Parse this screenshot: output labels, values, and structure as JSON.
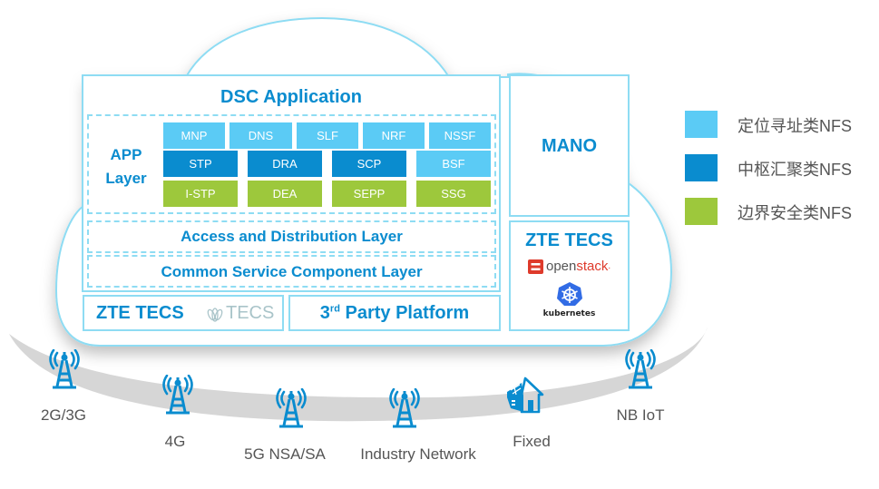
{
  "colors": {
    "addressing": "#5bcbf5",
    "hub": "#0a8ccf",
    "border": "#9dc83c",
    "outline": "#8edcf3",
    "title": "#0a8ccf",
    "label": "#555555"
  },
  "dsc": {
    "title": "DSC Application",
    "app_layer_label_line1": "APP",
    "app_layer_label_line2": "Layer",
    "rows": [
      [
        {
          "label": "MNP",
          "category": "addressing"
        },
        {
          "label": "DNS",
          "category": "addressing"
        },
        {
          "label": "SLF",
          "category": "addressing"
        },
        {
          "label": "NRF",
          "category": "addressing"
        },
        {
          "label": "NSSF",
          "category": "addressing"
        }
      ],
      [
        {
          "label": "STP",
          "category": "hub"
        },
        {
          "label": "DRA",
          "category": "hub"
        },
        {
          "label": "SCP",
          "category": "hub"
        },
        {
          "label": "BSF",
          "category": "addressing"
        }
      ],
      [
        {
          "label": "I-STP",
          "category": "border"
        },
        {
          "label": "DEA",
          "category": "border"
        },
        {
          "label": "SEPP",
          "category": "border"
        },
        {
          "label": "SSG",
          "category": "border"
        }
      ]
    ],
    "access_layer": "Access and Distribution Layer",
    "common_layer": "Common Service Component Layer"
  },
  "platform": {
    "zte_tecs": "ZTE TECS",
    "tecs_logo": "TECS",
    "third_party_sup": "rd",
    "third_party_num": "3",
    "third_party_rest": " Party Platform"
  },
  "mano": {
    "title": "MANO"
  },
  "infra": {
    "title": "ZTE TECS",
    "openstack_a": "open",
    "openstack_b": "stack",
    "openstack_dot": ".",
    "kubernetes": "kubernetes"
  },
  "legend": [
    {
      "label": "定位寻址类NFS",
      "category": "addressing"
    },
    {
      "label": "中枢汇聚类NFS",
      "category": "hub"
    },
    {
      "label": "边界安全类NFS",
      "category": "border"
    }
  ],
  "networks": [
    {
      "label": "2G/3G",
      "icon": "tower"
    },
    {
      "label": "4G",
      "icon": "tower"
    },
    {
      "label": "5G NSA/SA",
      "icon": "tower"
    },
    {
      "label": "Industry Network",
      "icon": "tower"
    },
    {
      "label": "Fixed",
      "icon": "house"
    },
    {
      "label": "NB IoT",
      "icon": "tower"
    }
  ]
}
